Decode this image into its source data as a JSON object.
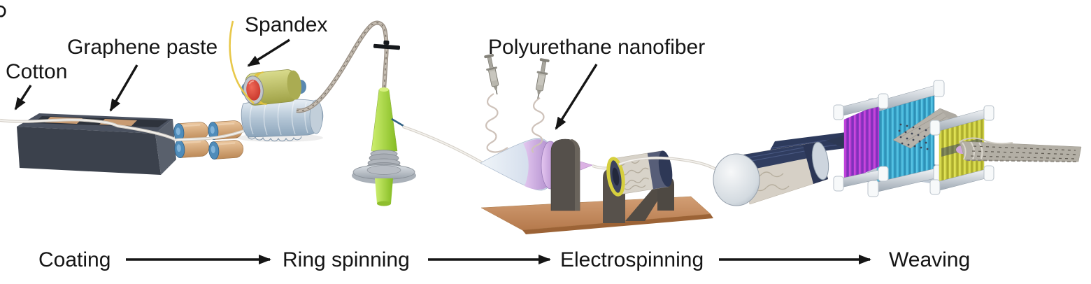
{
  "figure": {
    "description": "Textile fabrication process diagram",
    "background": "#ffffff",
    "panel_marker": "partial-letter-glyph"
  },
  "callouts": {
    "cotton": {
      "label": "Cotton"
    },
    "graphene_paste": {
      "label": "Graphene paste"
    },
    "spandex": {
      "label": "Spandex"
    },
    "polyurethane_nanofiber": {
      "label": "Polyurethane nanofiber"
    }
  },
  "process_steps": [
    {
      "label": "Coating"
    },
    {
      "label": "Ring spinning"
    },
    {
      "label": "Electrospinning"
    },
    {
      "label": "Weaving"
    }
  ],
  "colors": {
    "text": "#151515",
    "arrow": "#151515",
    "coating_bath_front": "#3b414c",
    "coating_bath_top": "#4b5260",
    "roller_tan": "#d0a070",
    "roller_cap_blue": "#4f8cba",
    "corrugated_roller": "#a9bccd",
    "spandex_thread_yellow": "#e8c84a",
    "spool_olive": "#c3c76c",
    "spool_cap_red": "#d8392f",
    "yarn_rope_gray": "#b3aaa0",
    "bobbin_green": "#a8d83e",
    "spinning_flange_silver": "#c0c6cc",
    "espinning_cone_blue": "#e3ecf5",
    "espinning_cone_lavender": "#c9a8dc",
    "stand_dark_gray": "#55504b",
    "board_tan": "#c8936a",
    "collector_ring_yellow": "#d6cf3e",
    "navy_yarn": "#2d3a5c",
    "beam_cap_silver": "#dfe4e9",
    "heddle_magenta": "#c840d8",
    "heddle_cyan": "#48b8dc",
    "reed_yellow": "#d6d844",
    "woven_fabric_gray": "#b3afa5"
  }
}
